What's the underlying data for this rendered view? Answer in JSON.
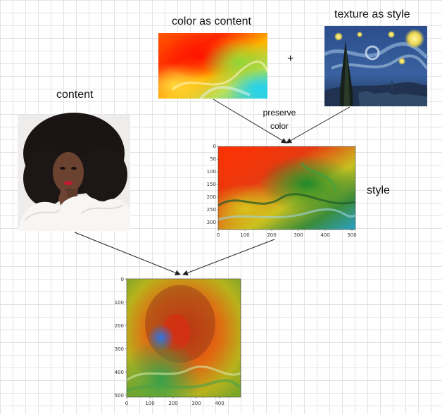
{
  "labels": {
    "color_content": "color as content",
    "texture_style": "texture as style",
    "plus": "+",
    "content": "content",
    "preserve_line1": "preserve",
    "preserve_line2": "color",
    "style": "style"
  },
  "style_plot": {
    "y_ticks": [
      "0",
      "50",
      "100",
      "150",
      "200",
      "250",
      "300"
    ],
    "x_ticks": [
      "0",
      "100",
      "200",
      "300",
      "400",
      "500"
    ]
  },
  "result_plot": {
    "y_ticks": [
      "0",
      "100",
      "200",
      "300",
      "400",
      "500"
    ],
    "x_ticks": [
      "0",
      "100",
      "200",
      "300",
      "400"
    ]
  },
  "colors": {
    "arrow": "#222222",
    "grid": "#e3e3e3"
  }
}
